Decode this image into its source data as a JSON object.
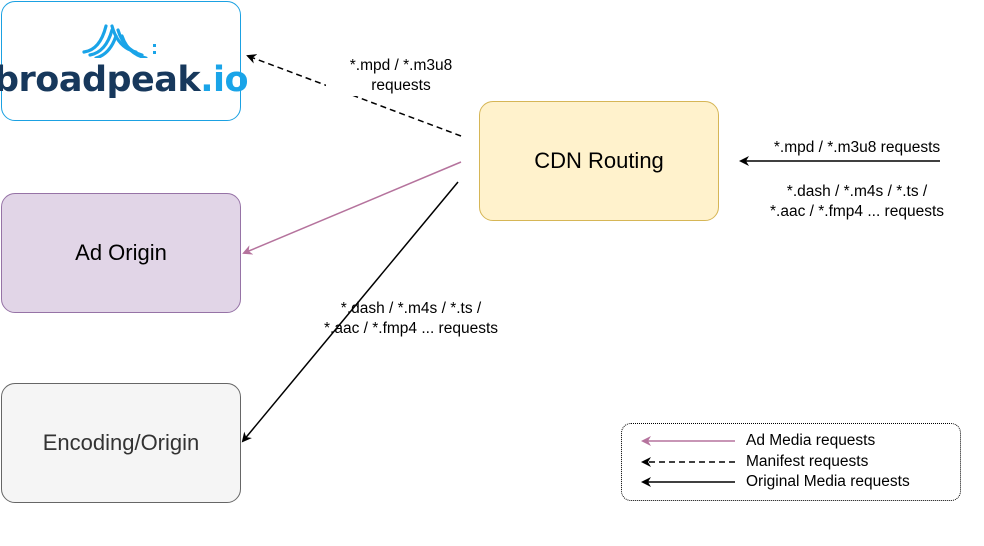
{
  "nodes": {
    "logo": {
      "brand": "broadpeak",
      "tld": ".io"
    },
    "ad_origin": "Ad Origin",
    "encoding_origin": "Encoding/Origin",
    "cdn_routing": "CDN Routing"
  },
  "edge_labels": {
    "manifest_to_logo": [
      "*.mpd / *.m3u8",
      "requests"
    ],
    "media_to_encoding": [
      "*.dash / *.m4s / *.ts /",
      "*.aac / *.fmp4 ... requests"
    ],
    "incoming_manifest": "*.mpd / *.m3u8 requests",
    "incoming_media": [
      "*.dash / *.m4s / *.ts /",
      "*.aac / *.fmp4 ... requests"
    ]
  },
  "legend": {
    "ad_media": "Ad Media requests",
    "manifest": "Manifest requests",
    "original_media": "Original Media requests"
  },
  "colors": {
    "ad_media_arrow": "#b5739d",
    "logo_border": "#1ba1e2",
    "ad_fill": "#e1d5e7",
    "ad_border": "#9673a6",
    "cdn_fill": "#fff2cc",
    "cdn_border": "#d6b656",
    "encoding_fill": "#f5f5f5",
    "encoding_border": "#666666"
  }
}
